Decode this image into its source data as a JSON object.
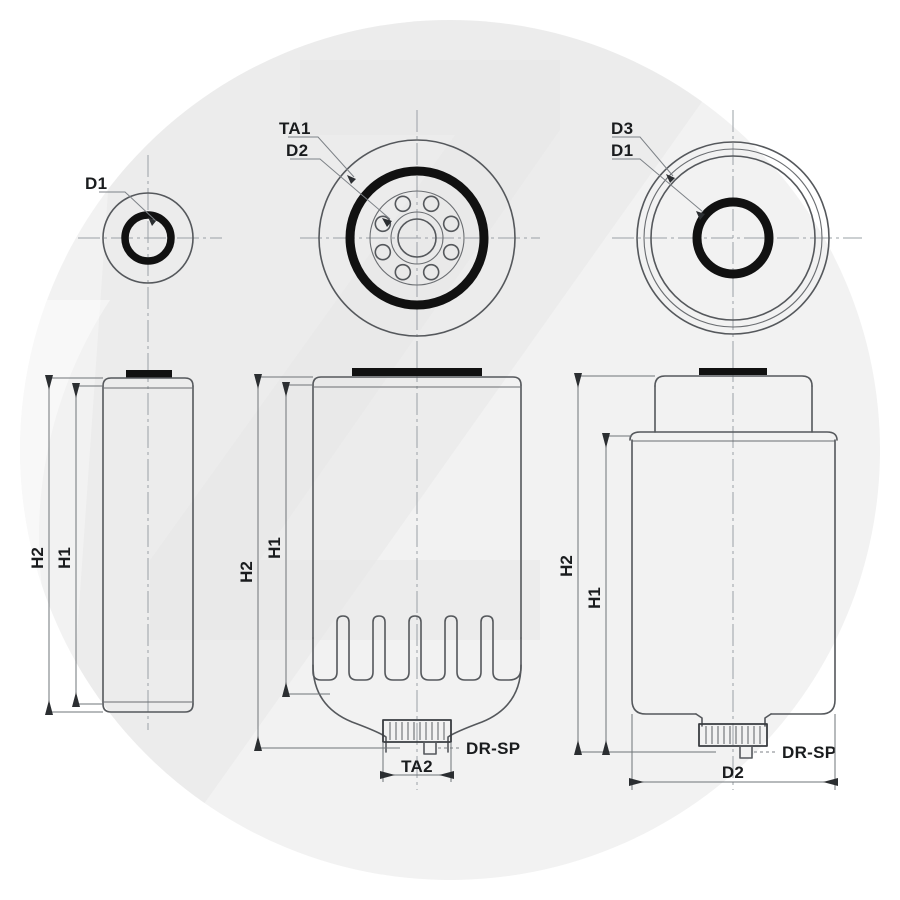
{
  "drawing": {
    "title": "Fuel filter technical drawing",
    "background_color": "#ffffff",
    "line_color": "#55585c",
    "gasket_color": "#111111",
    "watermark_color": "#f2f2f2"
  },
  "views": {
    "left": {
      "name": "filter-element-view",
      "top_label": "D1",
      "height_labels": [
        "H2",
        "H1"
      ]
    },
    "middle": {
      "name": "spin-on-filter-view",
      "top_labels": [
        "TA1",
        "D2"
      ],
      "height_labels": [
        "H2",
        "H1"
      ],
      "width_label": "TA2",
      "drain_label": "DR-SP",
      "bolt_hole_count": 8
    },
    "right": {
      "name": "cartridge-filter-view",
      "top_labels": [
        "D3",
        "D1"
      ],
      "height_labels": [
        "H2",
        "H1"
      ],
      "width_label": "D2",
      "drain_label": "DR-SP"
    }
  },
  "labels": {
    "d1": "D1",
    "d2": "D2",
    "d3": "D3",
    "h1": "H1",
    "h2": "H2",
    "ta1": "TA1",
    "ta2": "TA2",
    "drsp": "DR-SP"
  }
}
